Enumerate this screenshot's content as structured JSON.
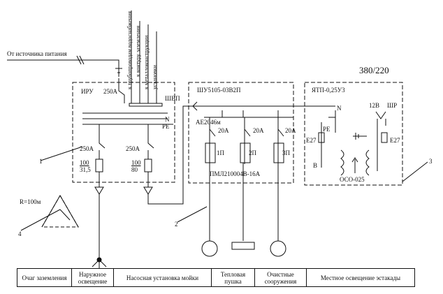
{
  "labels": {
    "source": "От источника питания",
    "iru": "ИРУ",
    "shu": "ШУ5105-03В2П",
    "ytp": "ЯТП-0,25У3",
    "voltage": "380/220",
    "shvp": "ШВП",
    "n1": "N",
    "pe1": "PE",
    "n2": "N",
    "pe2": "PE",
    "ae": "АЕ2046м",
    "br250a_top": "250А",
    "br250a_left": "250А",
    "br250a_right": "250А",
    "fuse_left_top": "100",
    "fuse_left_bot": "31,5",
    "fuse_right_top": "100",
    "fuse_right_bot": "80",
    "a20_1": "20А",
    "a20_2": "20А",
    "a20_3": "20А",
    "p1": "1П",
    "p2": "2П",
    "p3": "3П",
    "pml": "ПМЛ210004В-16А",
    "v12": "12В",
    "shr": "ШР",
    "e27_left": "Е27",
    "e27_right": "Е27",
    "b": "В",
    "oso": "ОСО-025",
    "r100": "R=100м",
    "n1_mark": "1",
    "n2_mark": "2",
    "n3_mark": "3",
    "n4_mark": "4",
    "vert1": "к трубопроводам водоснабжения",
    "vert2": "к контуру заземления",
    "vert3": "к металлоконструкции",
    "vert4": "установки"
  },
  "table": [
    "Очаг заземления",
    "Наружное освещение",
    "Насосная установка мойки",
    "Тепловая пушка",
    "Очистные сооружения",
    "Местное освещение эстакады"
  ]
}
